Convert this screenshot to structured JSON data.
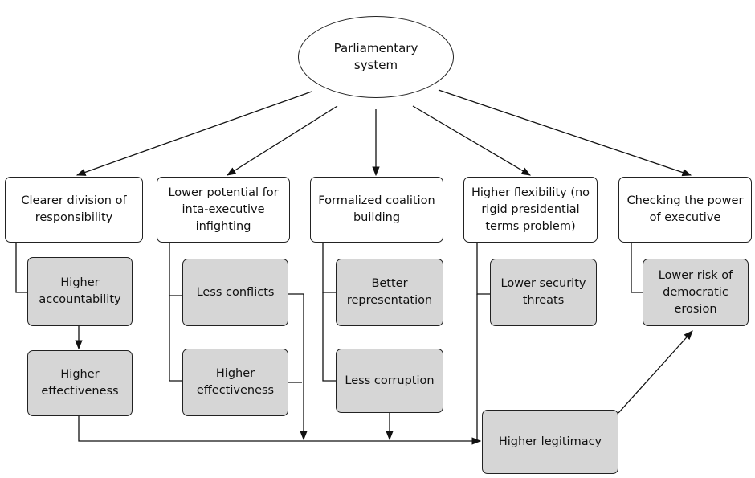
{
  "diagram": {
    "root": {
      "id": "root",
      "label": "Parliamentary\nsystem"
    },
    "nodes": [
      {
        "id": "n1",
        "label": "Clearer division of\nresponsibility",
        "style": "white"
      },
      {
        "id": "n2",
        "label": "Lower potential for\ninta-executive\ninfighting",
        "style": "white"
      },
      {
        "id": "n3",
        "label": "Formalized coalition\nbuilding",
        "style": "white"
      },
      {
        "id": "n4",
        "label": "Higher flexibility (no\nrigid presidential\nterms problem)",
        "style": "white"
      },
      {
        "id": "n5",
        "label": "Checking the power\nof executive",
        "style": "white"
      },
      {
        "id": "g1",
        "label": "Higher\naccountability",
        "style": "grey"
      },
      {
        "id": "g2",
        "label": "Higher\neffectiveness",
        "style": "grey"
      },
      {
        "id": "g3",
        "label": "Less conflicts",
        "style": "grey"
      },
      {
        "id": "g4",
        "label": "Higher\neffectiveness",
        "style": "grey"
      },
      {
        "id": "g5",
        "label": "Better\nrepresentation",
        "style": "grey"
      },
      {
        "id": "g6",
        "label": "Less corruption",
        "style": "grey"
      },
      {
        "id": "g7",
        "label": "Lower security\nthreats",
        "style": "grey"
      },
      {
        "id": "g8",
        "label": "Lower risk of\ndemocratic\nerosion",
        "style": "grey"
      },
      {
        "id": "leg",
        "label": "Higher legitimacy",
        "style": "grey"
      }
    ],
    "edges": [
      {
        "from": "root",
        "to": "n1",
        "arrow": true
      },
      {
        "from": "root",
        "to": "n2",
        "arrow": true
      },
      {
        "from": "root",
        "to": "n3",
        "arrow": true
      },
      {
        "from": "root",
        "to": "n4",
        "arrow": true
      },
      {
        "from": "root",
        "to": "n5",
        "arrow": true
      },
      {
        "from": "n1",
        "to": "g1",
        "arrow": false
      },
      {
        "from": "g1",
        "to": "g2",
        "arrow": true
      },
      {
        "from": "n2",
        "to": "g3",
        "arrow": false
      },
      {
        "from": "n2",
        "to": "g4",
        "arrow": false
      },
      {
        "from": "n3",
        "to": "g5",
        "arrow": false
      },
      {
        "from": "n3",
        "to": "g6",
        "arrow": false
      },
      {
        "from": "n4",
        "to": "g7",
        "arrow": false
      },
      {
        "from": "n5",
        "to": "g8",
        "arrow": false
      },
      {
        "from": "g2",
        "to": "leg",
        "arrow": true
      },
      {
        "from": "g3",
        "to": "leg",
        "arrow": true
      },
      {
        "from": "g4",
        "to": "leg",
        "arrow": true
      },
      {
        "from": "g6",
        "to": "leg",
        "arrow": true
      },
      {
        "from": "g7",
        "to": "leg",
        "arrow": true
      },
      {
        "from": "leg",
        "to": "g8",
        "arrow": true
      }
    ]
  }
}
